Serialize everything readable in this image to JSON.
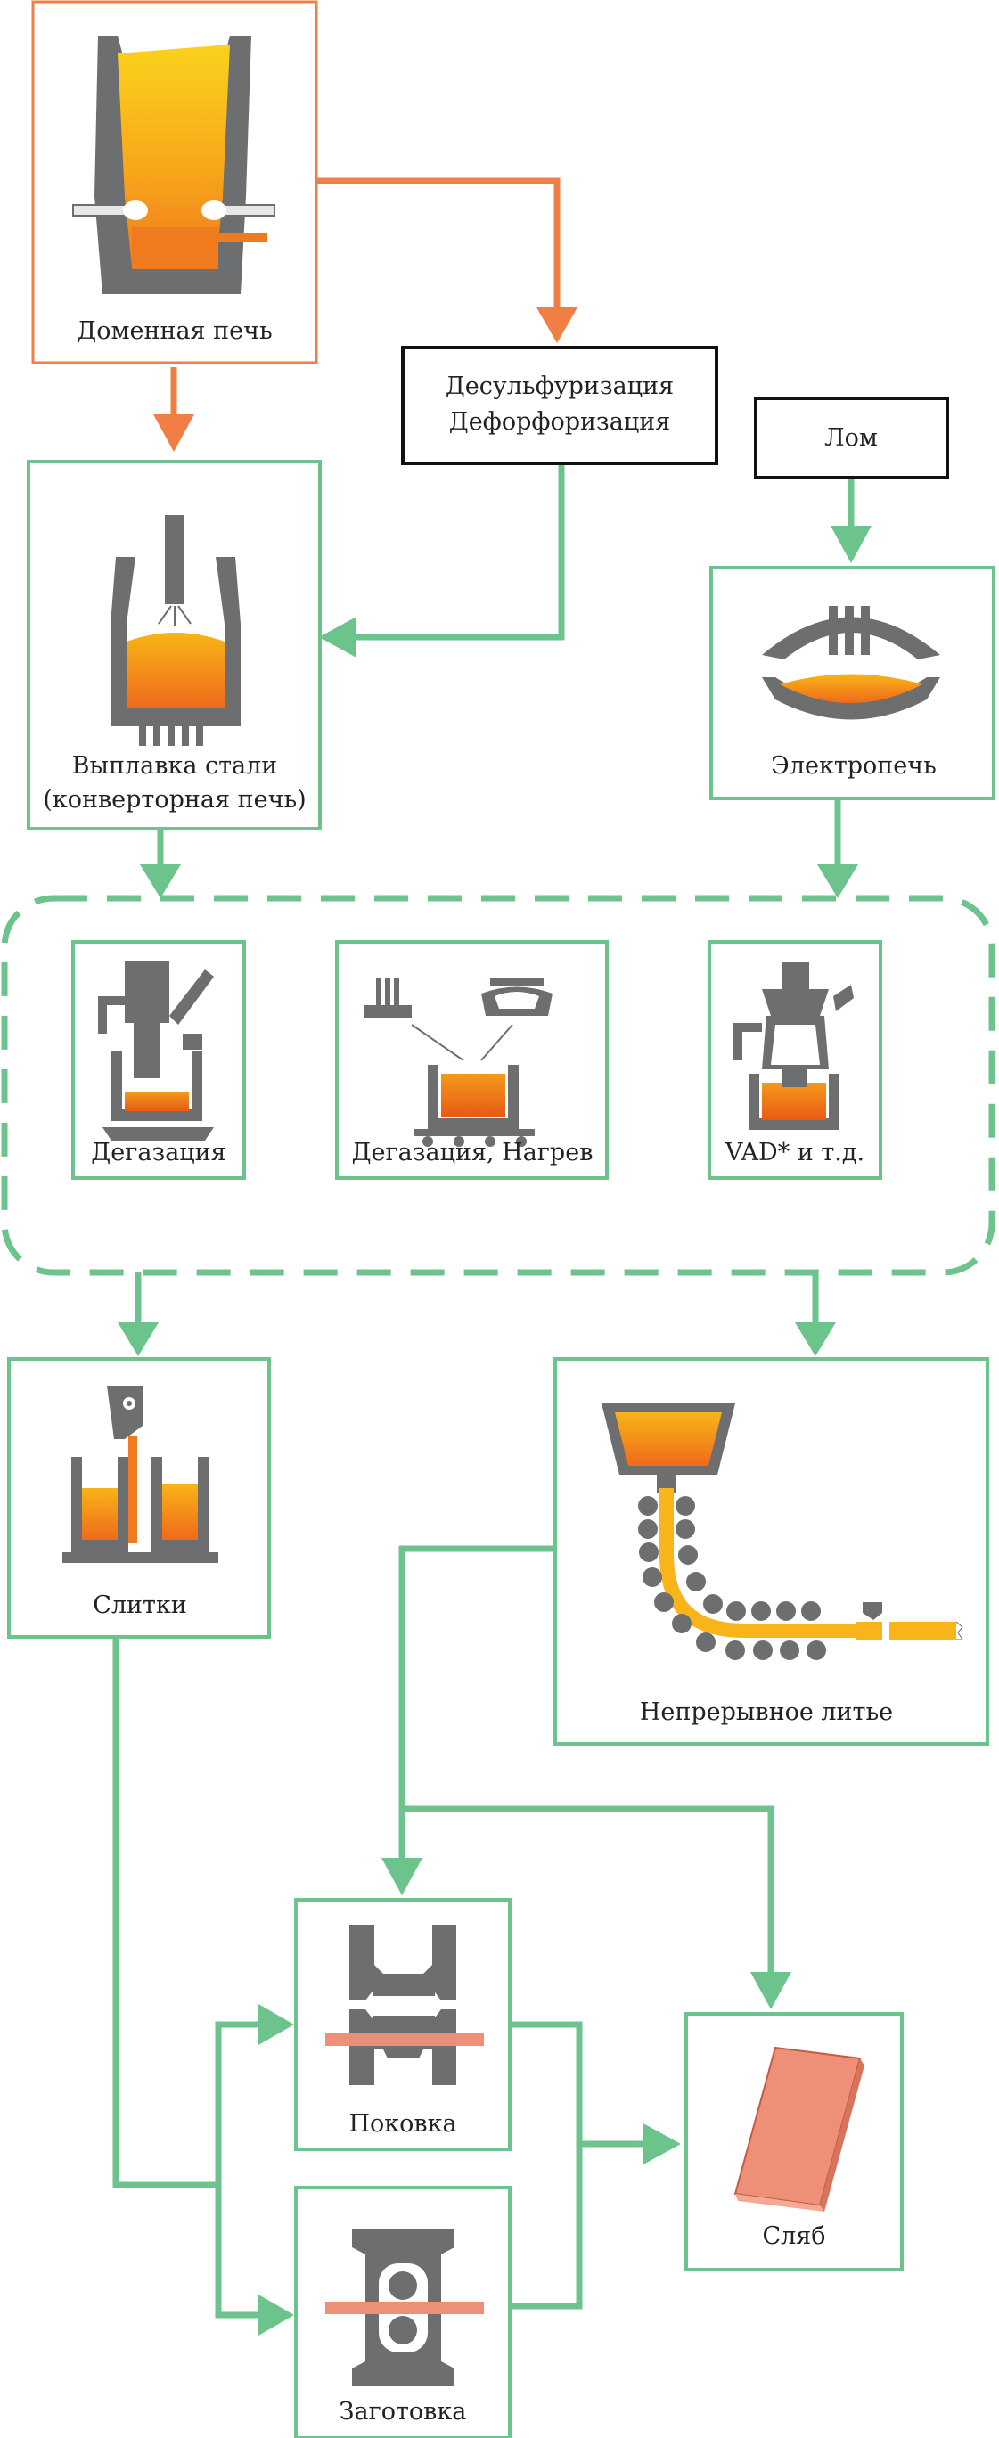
{
  "colors": {
    "flow_green": "#6cc38c",
    "flow_orange": "#f07f45",
    "box_green": "#6cc38c",
    "box_orange": "#f07f45",
    "box_black": "#111111",
    "metal_orange": "#f07a1e",
    "metal_yellow": "#f8b418",
    "equipment_gray": "#6d6e70",
    "slab_pink": "#ee9078",
    "text": "#222222"
  },
  "nodes": {
    "blast_furnace": {
      "label": "Доменная печь",
      "icon": "blast-furnace-icon"
    },
    "desulfurization": {
      "label_line1": "Десульфуризация",
      "label_line2": "Дефорфоризация"
    },
    "scrap": {
      "label": "Лом"
    },
    "converter": {
      "label_line1": "Выплавка стали",
      "label_line2": "(конверторная печь)",
      "icon": "converter-icon"
    },
    "electric_furnace": {
      "label": "Электропечь",
      "icon": "electric-arc-furnace-icon"
    },
    "degassing": {
      "label": "Дегазация",
      "icon": "vacuum-degassing-icon"
    },
    "degassing_heating": {
      "label": "Дегазация, Нагрев",
      "icon": "ladle-heating-icon"
    },
    "vad": {
      "label": "VAD* и т.д.",
      "icon": "vad-icon"
    },
    "ingots": {
      "label": "Слитки",
      "icon": "ingot-casting-icon"
    },
    "continuous_casting": {
      "label": "Непрерывное литье",
      "icon": "continuous-caster-icon"
    },
    "forging": {
      "label": "Поковка",
      "icon": "forging-press-icon"
    },
    "billet": {
      "label": "Заготовка",
      "icon": "billet-rolling-icon"
    },
    "slab": {
      "label": "Сляб",
      "icon": "slab-icon"
    }
  },
  "secondary_refining_group": {
    "style": "dashed-rounded"
  }
}
